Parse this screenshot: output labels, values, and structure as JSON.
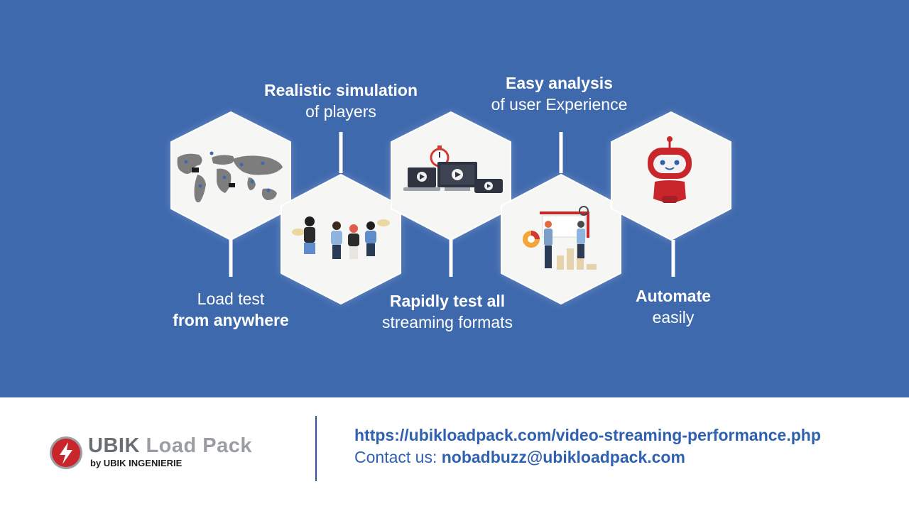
{
  "features": [
    {
      "id": "load-test",
      "line1": "Load test",
      "line2": "from anywhere",
      "icon": "world-map-icon"
    },
    {
      "id": "realistic-simulation",
      "line1": "Realistic simulation",
      "line2": "of players",
      "icon": "people-group-icon"
    },
    {
      "id": "rapid-test",
      "line1": "Rapidly test all",
      "line2": "streaming formats",
      "icon": "devices-stopwatch-icon"
    },
    {
      "id": "easy-analysis",
      "line1": "Easy analysis",
      "line2": "of user Experience",
      "icon": "analytics-team-icon"
    },
    {
      "id": "automate",
      "line1": "Automate",
      "line2": "easily",
      "icon": "robot-icon"
    }
  ],
  "brand": {
    "name_bold": "UBIK",
    "name_rest": "Load Pack",
    "byline": "by UBIK INGENIERIE",
    "icon": "lightning-badge-icon"
  },
  "footer": {
    "url": "https://ubikloadpack.com/video-streaming-performance.php",
    "contact_label": "Contact us:",
    "contact_email": "nobadbuzz@ubikloadpack.com"
  },
  "colors": {
    "background": "#3f69ad",
    "hexagon": "#f6f6f4",
    "text_blue": "#2f61b0",
    "brand_red": "#c9262c"
  }
}
